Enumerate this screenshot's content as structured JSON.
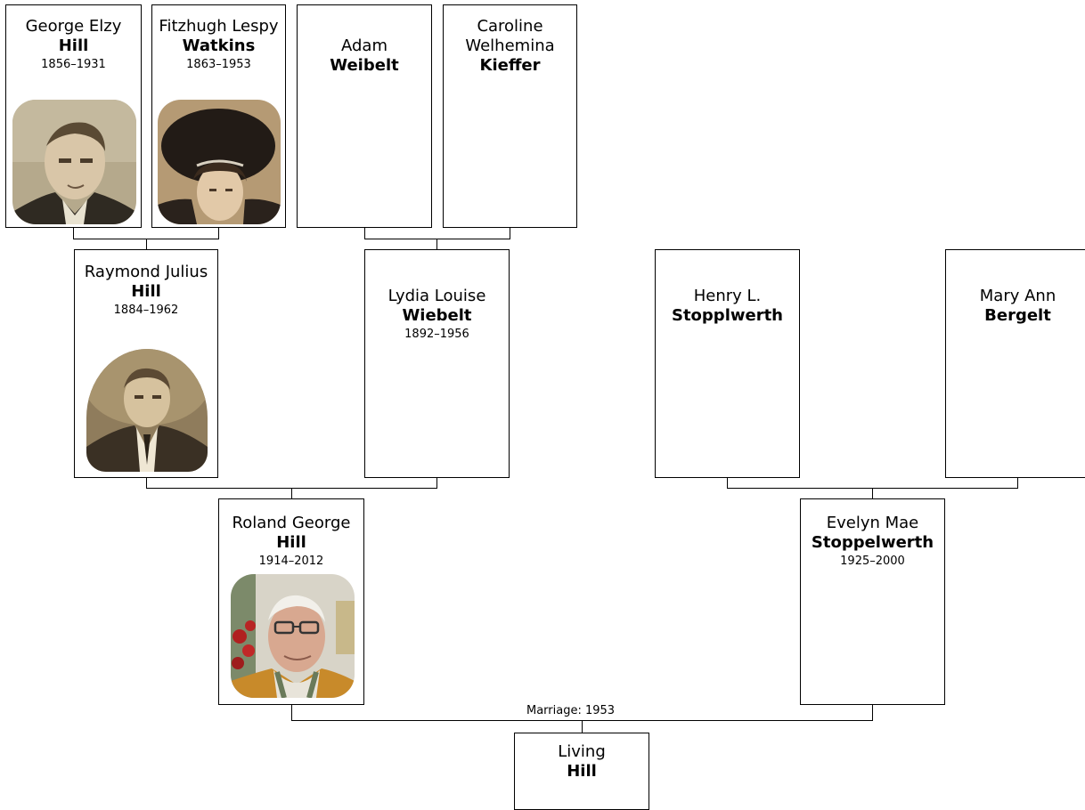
{
  "people": {
    "george_hill": {
      "given": "George Elzy",
      "surname": "Hill",
      "years": "1856–1931",
      "photo": "portrait-photo"
    },
    "fitzhugh_watkins": {
      "given": "Fitzhugh Lespy",
      "surname": "Watkins",
      "years": "1863–1953",
      "photo": "portrait-photo"
    },
    "adam_weibelt": {
      "given": "Adam",
      "surname": "Weibelt"
    },
    "caroline_kieffer": {
      "given": "Caroline Welhemina",
      "surname": "Kieffer"
    },
    "raymond_hill": {
      "given": "Raymond Julius",
      "surname": "Hill",
      "years": "1884–1962",
      "photo": "portrait-photo"
    },
    "lydia_wiebelt": {
      "given": "Lydia Louise",
      "surname": "Wiebelt",
      "years": "1892–1956"
    },
    "henry_stopplwerth": {
      "given": "Henry L.",
      "surname": "Stopplwerth"
    },
    "mary_bergelt": {
      "given": "Mary Ann",
      "surname": "Bergelt"
    },
    "roland_hill": {
      "given": "Roland George",
      "surname": "Hill",
      "years": "1914–2012",
      "photo": "portrait-photo"
    },
    "evelyn_stoppelwerth": {
      "given": "Evelyn Mae",
      "surname": "Stoppelwerth",
      "years": "1925–2000"
    },
    "living_hill": {
      "given": "Living",
      "surname": "Hill"
    }
  },
  "marriage_label": "Marriage: 1953"
}
